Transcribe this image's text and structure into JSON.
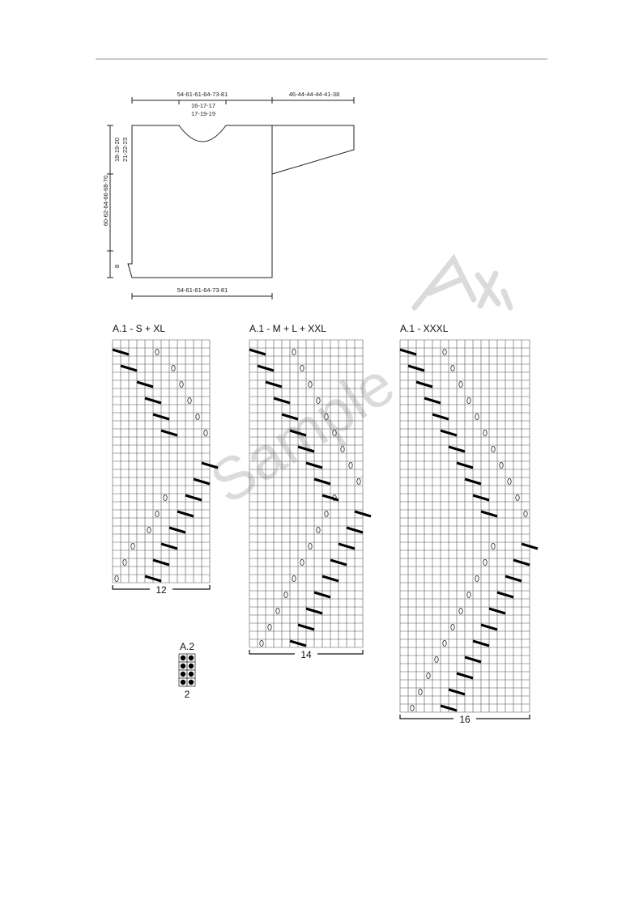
{
  "schematic": {
    "top_width": "54-61-61-64-73-81",
    "sleeve_length": "46-44-44-44-41-38",
    "neck_width_1": "16-17-17",
    "neck_width_2": "17-19-19",
    "armhole_depth_1": "18-19-20",
    "armhole_depth_2": "21-22-23",
    "body_length": "60-62-64-66-68-70",
    "rib_height": "8",
    "bottom_width": "54-61-61-64-73-81"
  },
  "charts": [
    {
      "title": "A.1 - S + XL",
      "stitches": "12",
      "cols": 12,
      "rows": 30,
      "symbols": {
        "eyelets": [
          [
            5,
            1
          ],
          [
            7,
            3
          ],
          [
            8,
            5
          ],
          [
            9,
            7
          ],
          [
            10,
            9
          ],
          [
            11,
            11
          ],
          [
            6,
            19
          ],
          [
            5,
            21
          ],
          [
            4,
            23
          ],
          [
            2,
            25
          ],
          [
            1,
            27
          ],
          [
            0,
            29
          ]
        ],
        "decreases": [
          [
            0,
            1
          ],
          [
            1,
            3
          ],
          [
            3,
            5
          ],
          [
            4,
            7
          ],
          [
            5,
            9
          ],
          [
            6,
            11
          ],
          [
            11,
            15
          ],
          [
            10,
            17
          ],
          [
            9,
            19
          ],
          [
            8,
            21
          ],
          [
            7,
            23
          ],
          [
            6,
            25
          ],
          [
            5,
            27
          ],
          [
            4,
            29
          ]
        ]
      }
    },
    {
      "title": "A.1 - M + L + XXL",
      "stitches": "14",
      "cols": 14,
      "rows": 38,
      "symbols": {
        "eyelets": [
          [
            5,
            1
          ],
          [
            6,
            3
          ],
          [
            7,
            5
          ],
          [
            8,
            7
          ],
          [
            9,
            9
          ],
          [
            10,
            11
          ],
          [
            11,
            13
          ],
          [
            12,
            15
          ],
          [
            13,
            17
          ],
          [
            10,
            19
          ],
          [
            9,
            21
          ],
          [
            8,
            23
          ],
          [
            7,
            25
          ],
          [
            6,
            27
          ],
          [
            5,
            29
          ],
          [
            4,
            31
          ],
          [
            3,
            33
          ],
          [
            2,
            35
          ],
          [
            1,
            37
          ]
        ],
        "decreases": [
          [
            0,
            1
          ],
          [
            1,
            3
          ],
          [
            2,
            5
          ],
          [
            3,
            7
          ],
          [
            4,
            9
          ],
          [
            5,
            11
          ],
          [
            6,
            13
          ],
          [
            7,
            15
          ],
          [
            8,
            17
          ],
          [
            9,
            19
          ],
          [
            13,
            21
          ],
          [
            12,
            23
          ],
          [
            11,
            25
          ],
          [
            10,
            27
          ],
          [
            9,
            29
          ],
          [
            8,
            31
          ],
          [
            7,
            33
          ],
          [
            6,
            35
          ],
          [
            5,
            37
          ]
        ]
      }
    },
    {
      "title": "A.1 - XXXL",
      "stitches": "16",
      "cols": 16,
      "rows": 46,
      "symbols": {
        "eyelets": [
          [
            5,
            1
          ],
          [
            6,
            3
          ],
          [
            7,
            5
          ],
          [
            8,
            7
          ],
          [
            9,
            9
          ],
          [
            10,
            11
          ],
          [
            11,
            13
          ],
          [
            12,
            15
          ],
          [
            13,
            17
          ],
          [
            14,
            19
          ],
          [
            15,
            21
          ],
          [
            11,
            25
          ],
          [
            10,
            27
          ],
          [
            9,
            29
          ],
          [
            8,
            31
          ],
          [
            7,
            33
          ],
          [
            6,
            35
          ],
          [
            5,
            37
          ],
          [
            4,
            39
          ],
          [
            3,
            41
          ],
          [
            2,
            43
          ],
          [
            1,
            45
          ]
        ],
        "decreases": [
          [
            0,
            1
          ],
          [
            1,
            3
          ],
          [
            2,
            5
          ],
          [
            3,
            7
          ],
          [
            4,
            9
          ],
          [
            5,
            11
          ],
          [
            6,
            13
          ],
          [
            7,
            15
          ],
          [
            8,
            17
          ],
          [
            9,
            19
          ],
          [
            10,
            21
          ],
          [
            15,
            25
          ],
          [
            14,
            27
          ],
          [
            13,
            29
          ],
          [
            12,
            31
          ],
          [
            11,
            33
          ],
          [
            10,
            35
          ],
          [
            9,
            37
          ],
          [
            8,
            39
          ],
          [
            7,
            41
          ],
          [
            6,
            43
          ],
          [
            5,
            45
          ]
        ]
      }
    }
  ],
  "chart_a2": {
    "title": "A.2",
    "stitches": "2",
    "cols": 2,
    "rows": 4
  },
  "watermark": "Sample"
}
